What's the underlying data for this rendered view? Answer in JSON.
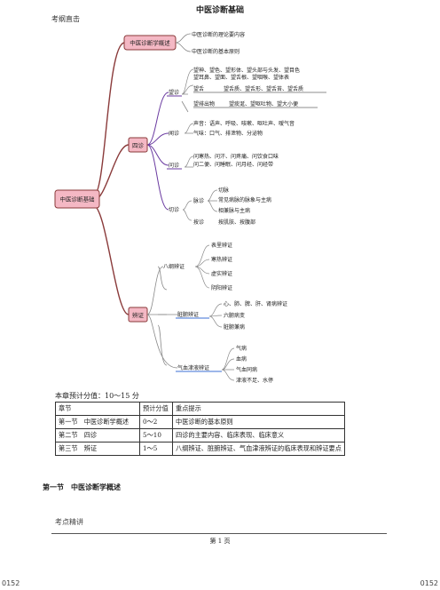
{
  "header": {
    "title": "中医诊断基础",
    "section_label": "考纲直击"
  },
  "mindmap": {
    "root": "中医诊断基础",
    "branch1": {
      "label": "中医诊断学概述",
      "items": [
        "中医诊断的理论要内容",
        "中医诊断的基本原则"
      ]
    },
    "sizhen": {
      "label": "四诊",
      "wang": {
        "label": "望诊",
        "lines": [
          "望神、望色、望形体、望头部与头发、望目色",
          "望耳鼻、望面、望舌根、望咽喉、望体表"
        ],
        "she": {
          "label": "望舌",
          "items": [
            "望舌质、望舌形、望舌苔、望舌质"
          ]
        },
        "paichu": {
          "label": "望排出物",
          "items": [
            "望痰涎、望呕吐物、望大小便"
          ]
        }
      },
      "wen1": {
        "label": "闻诊",
        "lines": [
          "声音：语声、呼吸、咳嗽、呕吐声、嗳气音",
          "气味：口气、排泄物、分泌物"
        ]
      },
      "wen2": {
        "label": "问诊",
        "lines": [
          "问寒热、问汗、问疼痛、问饮食口味",
          "问二便、问睡眠、问月经、问经带"
        ]
      },
      "qie": {
        "label": "切诊",
        "mai": {
          "label": "脉诊",
          "items": [
            "切脉",
            "常见病脉的脉象与主病",
            "相兼脉与主病"
          ]
        },
        "an": {
          "label": "按诊",
          "items": [
            "按肌肤、按腹部"
          ]
        }
      }
    },
    "bianzheng": {
      "label": "辨证",
      "bagang": {
        "label": "八纲辨证",
        "items": [
          "表里辨证",
          "寒热辨证",
          "虚实辨证",
          "阴阳辨证"
        ]
      },
      "zangfu": {
        "label": "脏腑辨证",
        "items": [
          "心、肺、脾、肝、肾病辨证",
          "六腑病变",
          "脏腑兼病"
        ]
      },
      "qixue": {
        "label": "气血津液辨证",
        "items": [
          "气病",
          "血病",
          "气血同病",
          "津液不足、水停"
        ]
      }
    }
  },
  "score": {
    "label": "本章预计分值：10～15 分",
    "headers": [
      "章节",
      "预计分值",
      "重点提示"
    ],
    "rows": [
      [
        "第一节　中医诊断学概述",
        "0～2",
        "中医诊断的基本原则"
      ],
      [
        "第二节　四诊",
        "5～10",
        "四诊的主要内容、临床表现、临床意义"
      ],
      [
        "第三节　辨证",
        "1～5",
        "八纲辨证、脏腑辨证、气血津液辨证的临床表现和辨证要点"
      ]
    ]
  },
  "section": {
    "heading": "第一节　中医诊断学概述",
    "subheading": "考点精讲"
  },
  "footer": {
    "page": "第 1 页"
  },
  "corners": {
    "left": "0152",
    "right": "0152"
  },
  "colors": {
    "branch": "#8a3a3a",
    "node_fill": "#f4b8c4",
    "purple": "#6a3aa0",
    "blue": "#3b6fd6",
    "underline": "#1a1a1a"
  }
}
